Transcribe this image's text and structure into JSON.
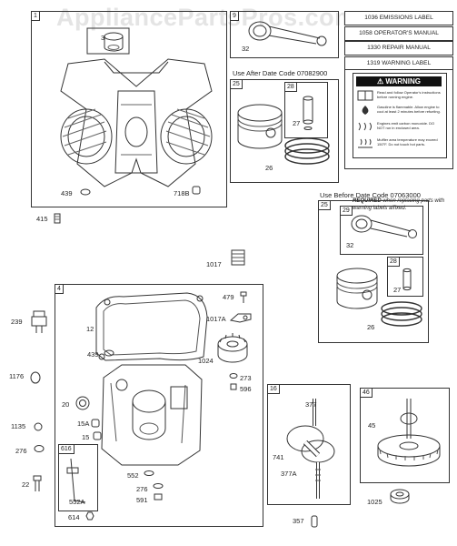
{
  "watermark": "AppliancePartsPros.com",
  "manuals": {
    "emissions": "1036 EMISSIONS LABEL",
    "operators": "1058 OPERATOR'S MANUAL",
    "repair": "1330 REPAIR MANUAL"
  },
  "warning_label": {
    "title": "1319 WARNING LABEL",
    "heading": "WARNING",
    "rows": [
      "Read and follow Operator's instructions before running engine.",
      "Gasoline is flammable. Allow engine to cool at least 2 minutes before refueling.",
      "Engines emit carbon monoxide. DO NOT run in enclosed area.",
      "Muffler area temperature may exceed 150°F. Do not touch hot parts."
    ],
    "required_bold": "REQUIRED",
    "required_text": "when replacing parts with warning labels affixed."
  },
  "captions": {
    "after": "Use After Date Code 07082900",
    "before": "Use Before Date Code 07063000"
  },
  "tags": {
    "t1": "1",
    "t9": "9",
    "t25a": "25",
    "t28a": "28",
    "t25b": "25",
    "t29": "29",
    "t28b": "28",
    "t4": "4",
    "t616": "616",
    "t16": "16",
    "t46": "46"
  },
  "labels": {
    "l3": "3",
    "l32a": "32",
    "l28a": "28",
    "l27a": "27",
    "l26a": "26",
    "l439a": "439",
    "l718b": "718B",
    "l415": "415",
    "l32b": "32",
    "l27b": "27",
    "l26b": "26",
    "l1017": "1017",
    "l479": "479",
    "l1017a": "1017A",
    "l1024": "1024",
    "l273": "273",
    "l596": "596",
    "l239": "239",
    "l12": "12",
    "l439b": "439",
    "l1176": "1176",
    "l20": "20",
    "l15a": "15A",
    "l15": "15",
    "l1135": "1135",
    "l276a": "276",
    "l22": "22",
    "l552": "552",
    "l276b": "276",
    "l591": "591",
    "l552a": "552A",
    "l614": "614",
    "l377": "377",
    "l741": "741",
    "l377a": "377A",
    "l357": "357",
    "l45": "45",
    "l1025": "1025"
  }
}
